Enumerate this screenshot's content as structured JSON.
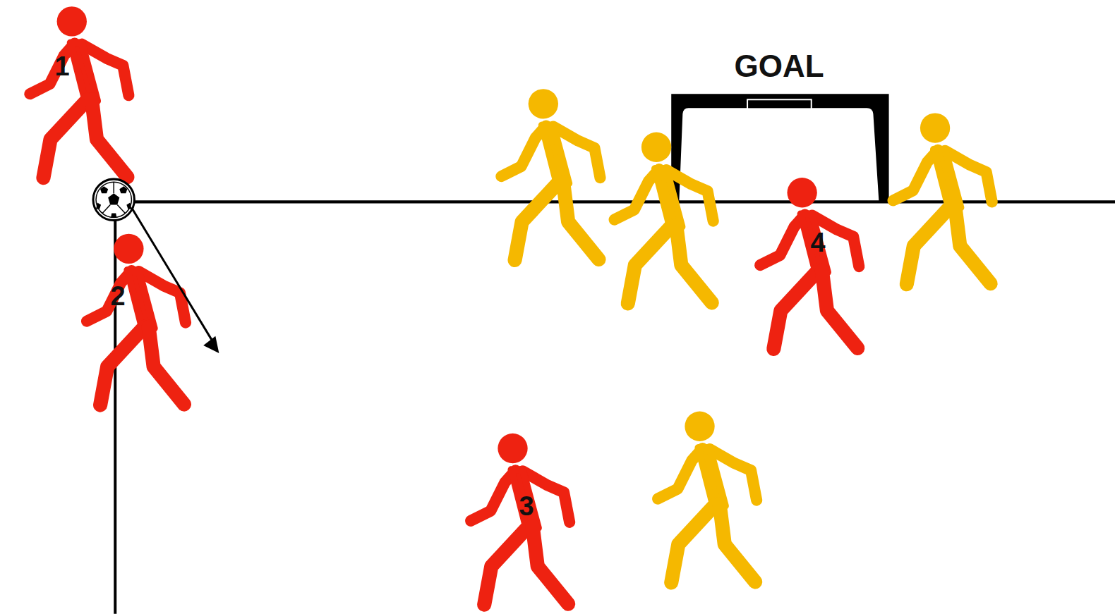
{
  "diagram": {
    "labels": [
      "GOAL",
      "1",
      "2",
      "3",
      "4"
    ]
  }
}
